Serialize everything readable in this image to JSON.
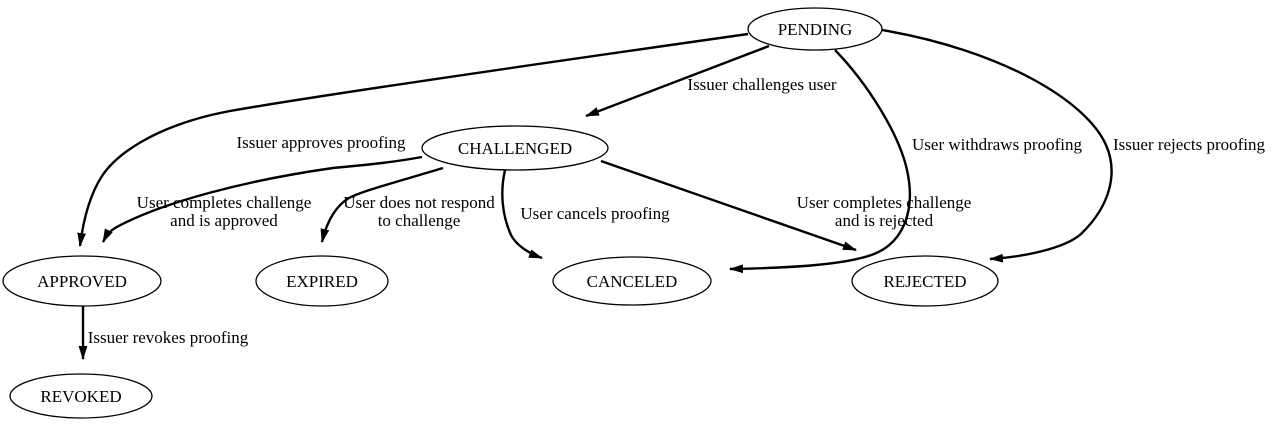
{
  "diagram": {
    "kind": "state-diagram",
    "background_color": "#ffffff",
    "line_color": "#000000",
    "text_color": "#000000",
    "node_fill_color": "#ffffff",
    "nodes": {
      "pending": {
        "label": "PENDING"
      },
      "challenged": {
        "label": "CHALLENGED"
      },
      "approved": {
        "label": "APPROVED"
      },
      "expired": {
        "label": "EXPIRED"
      },
      "canceled": {
        "label": "CANCELED"
      },
      "rejected": {
        "label": "REJECTED"
      },
      "revoked": {
        "label": "REVOKED"
      }
    },
    "edges": {
      "pending_challenged": {
        "from": "PENDING",
        "to": "CHALLENGED",
        "lines": [
          "Issuer challenges user"
        ]
      },
      "pending_approved": {
        "from": "PENDING",
        "to": "APPROVED",
        "lines": [
          "Issuer approves proofing"
        ]
      },
      "pending_canceled": {
        "from": "PENDING",
        "to": "CANCELED",
        "lines": [
          "User withdraws proofing"
        ]
      },
      "pending_rejected": {
        "from": "PENDING",
        "to": "REJECTED",
        "lines": [
          "Issuer rejects proofing"
        ]
      },
      "challenged_approved": {
        "from": "CHALLENGED",
        "to": "APPROVED",
        "lines": [
          "User completes challenge",
          "and is approved"
        ]
      },
      "challenged_expired": {
        "from": "CHALLENGED",
        "to": "EXPIRED",
        "lines": [
          "User does not respond",
          "to challenge"
        ]
      },
      "challenged_canceled": {
        "from": "CHALLENGED",
        "to": "CANCELED",
        "lines": [
          "User cancels proofing"
        ]
      },
      "challenged_rejected": {
        "from": "CHALLENGED",
        "to": "REJECTED",
        "lines": [
          "User completes challenge",
          "and is rejected"
        ]
      },
      "approved_revoked": {
        "from": "APPROVED",
        "to": "REVOKED",
        "lines": [
          "Issuer revokes proofing"
        ]
      }
    }
  }
}
